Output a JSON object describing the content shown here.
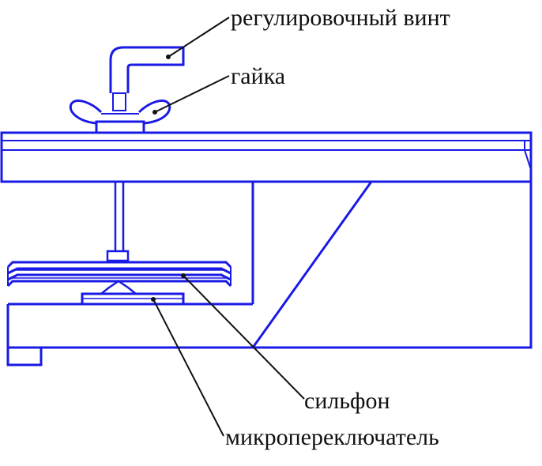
{
  "labels": {
    "adjusting_screw": "регулировочный винт",
    "nut": "гайка",
    "bellows": "сильфон",
    "microswitch": "микропереключатель"
  },
  "colors": {
    "drawing": "#1a1ae6",
    "leader": "#111111",
    "background": "#ffffff"
  }
}
